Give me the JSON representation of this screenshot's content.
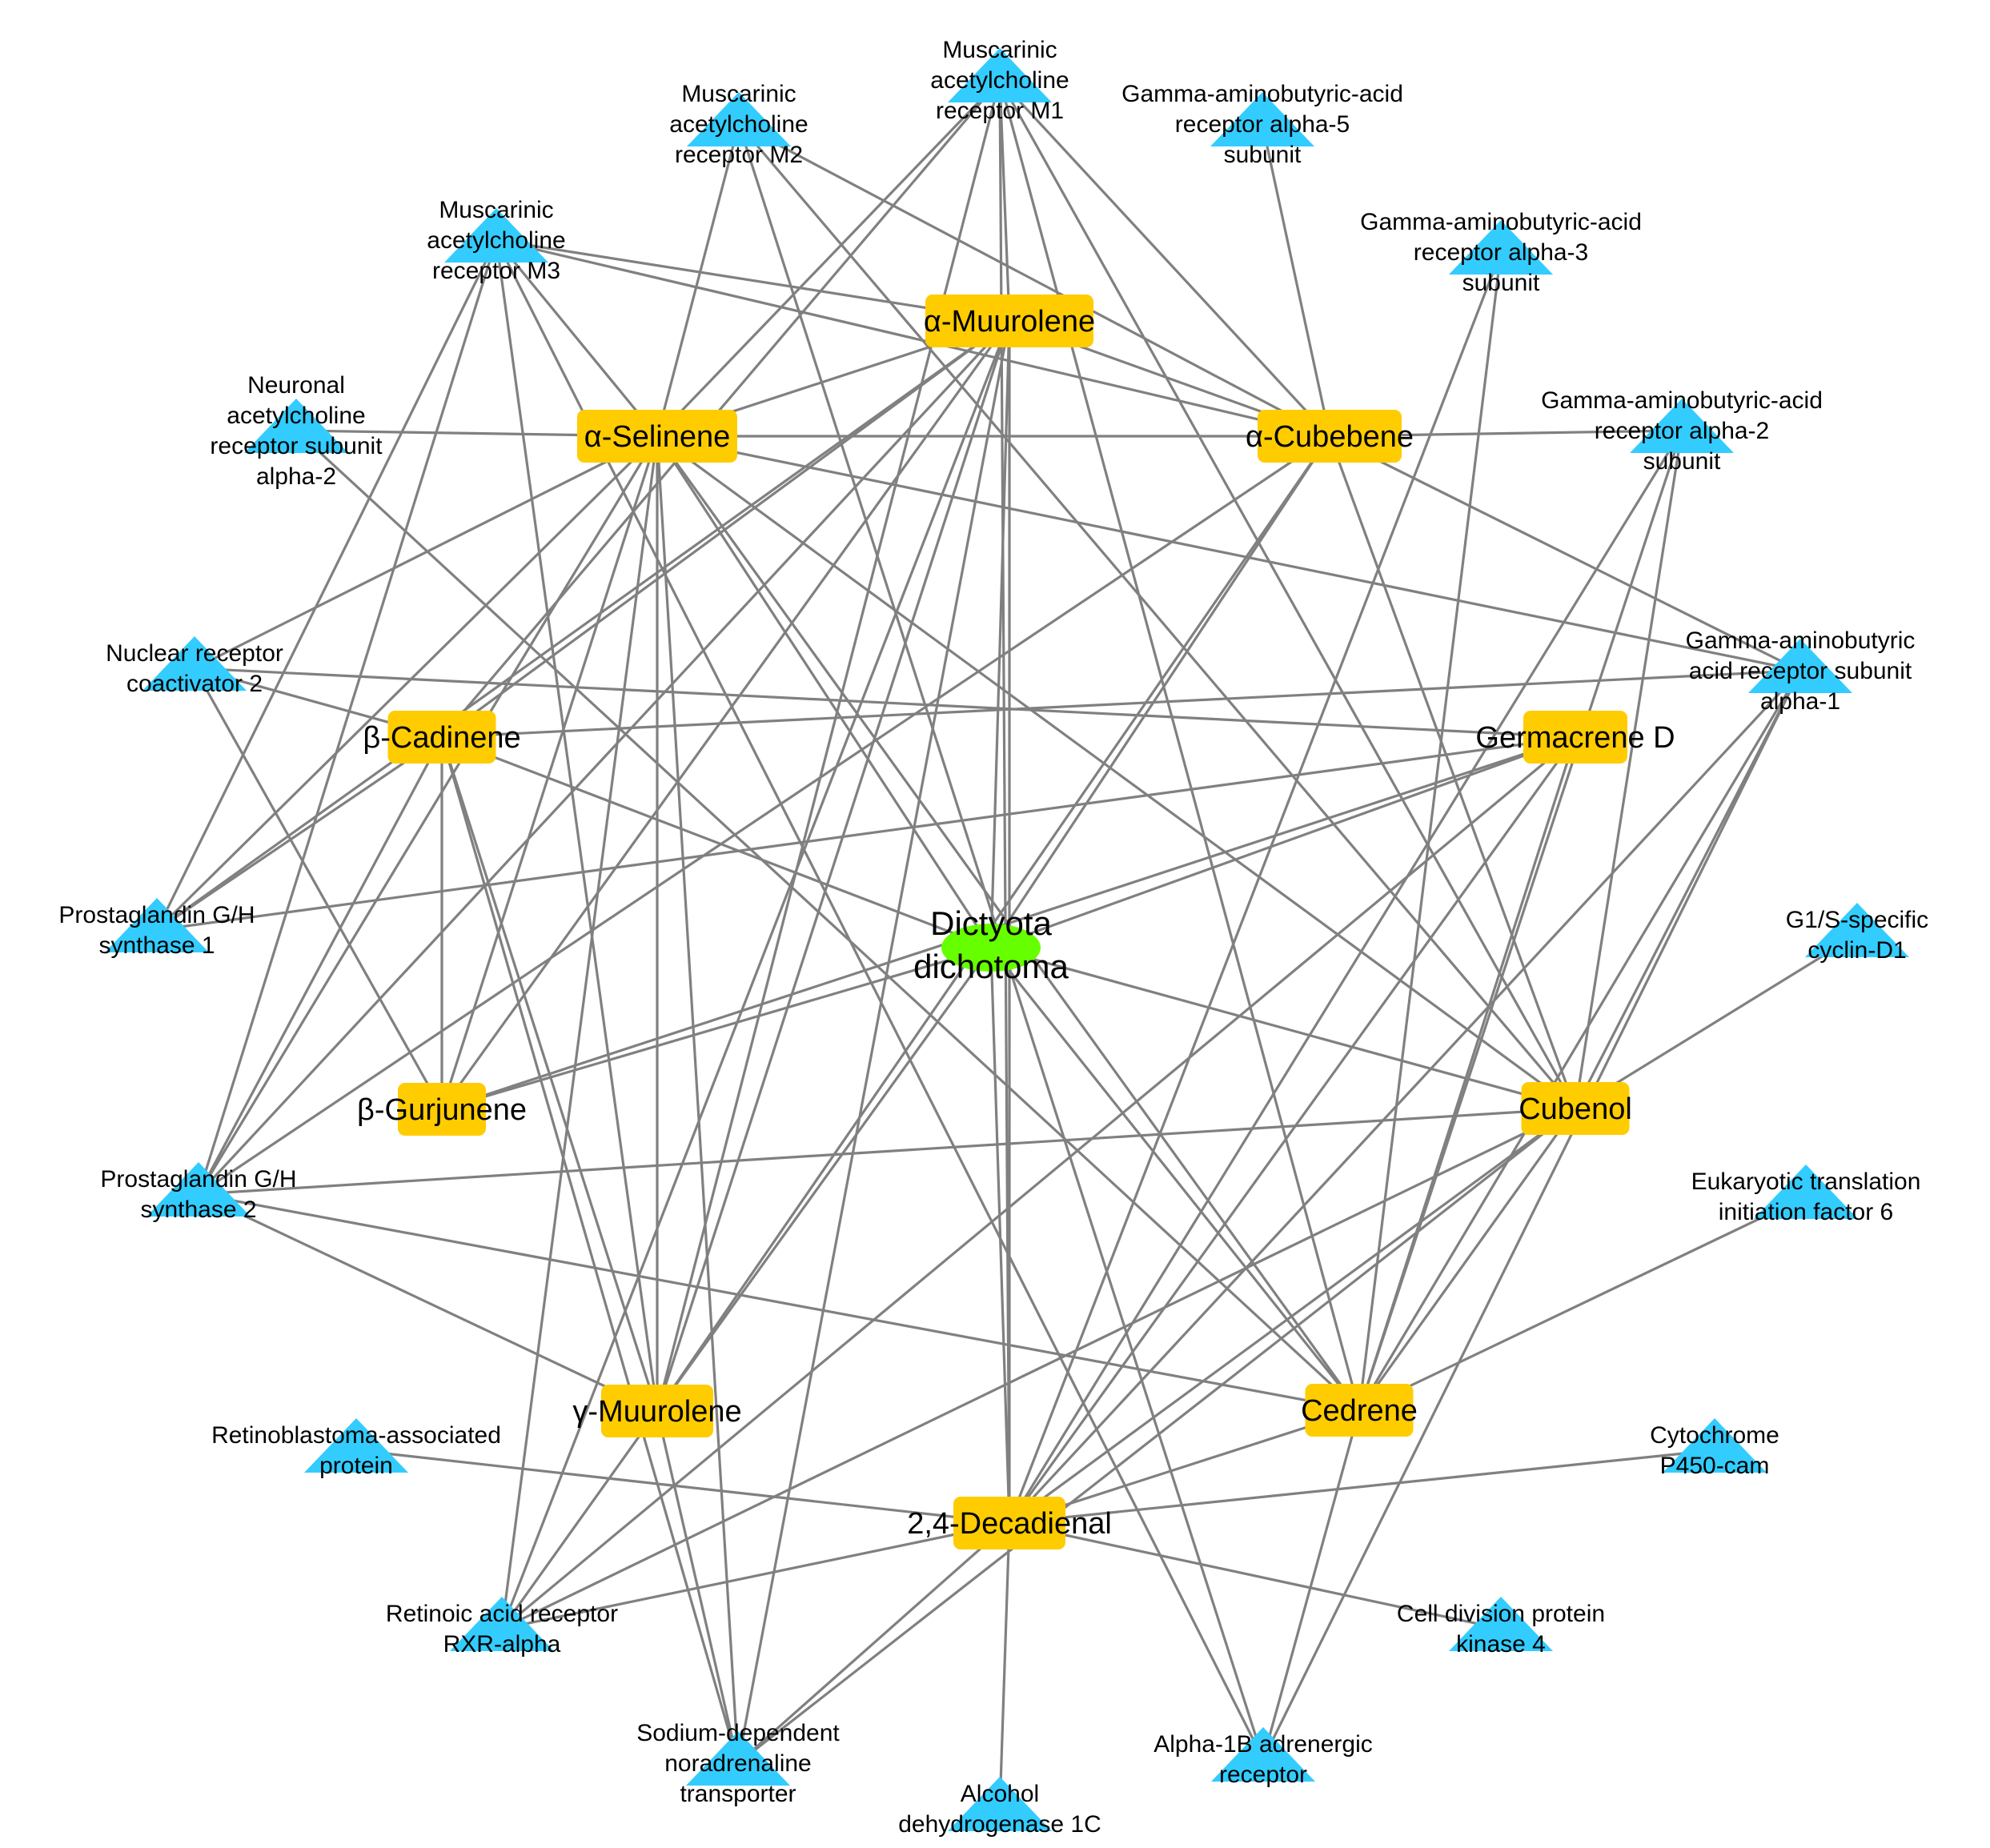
{
  "colors": {
    "edge": "#808080",
    "herb": "#66ff00",
    "compound": "#ffcc00",
    "target": "#33ccff"
  },
  "herb": {
    "id": "dd",
    "lines": [
      "Dictyota",
      "dichotoma"
    ]
  },
  "compounds": [
    {
      "id": "amu",
      "label": "α-Muurolene"
    },
    {
      "id": "sel",
      "label": "α-Selinene"
    },
    {
      "id": "cub",
      "label": "α-Cubebene"
    },
    {
      "id": "bca",
      "label": "β-Cadinene"
    },
    {
      "id": "ger",
      "label": "Germacrene D"
    },
    {
      "id": "bgu",
      "label": "β-Gurjunene"
    },
    {
      "id": "cbl",
      "label": "Cubenol"
    },
    {
      "id": "gmu",
      "label": "γ-Muurolene"
    },
    {
      "id": "ced",
      "label": "Cedrene"
    },
    {
      "id": "dec",
      "label": "2,4-Decadienal"
    }
  ],
  "targets": [
    {
      "id": "m1",
      "lines": [
        "Muscarinic",
        "acetylcholine",
        "receptor M1"
      ]
    },
    {
      "id": "m2",
      "lines": [
        "Muscarinic",
        "acetylcholine",
        "receptor M2"
      ]
    },
    {
      "id": "g5",
      "lines": [
        "Gamma-aminobutyric-acid",
        "receptor alpha-5",
        "subunit"
      ]
    },
    {
      "id": "m3",
      "lines": [
        "Muscarinic",
        "acetylcholine",
        "receptor M3"
      ]
    },
    {
      "id": "g3",
      "lines": [
        "Gamma-aminobutyric-acid",
        "receptor alpha-3",
        "subunit"
      ]
    },
    {
      "id": "na2",
      "lines": [
        "Neuronal",
        "acetylcholine",
        "receptor subunit",
        "alpha-2"
      ]
    },
    {
      "id": "g2",
      "lines": [
        "Gamma-aminobutyric-acid",
        "receptor alpha-2",
        "subunit"
      ]
    },
    {
      "id": "ncoa",
      "lines": [
        "Nuclear receptor",
        "coactivator 2"
      ]
    },
    {
      "id": "g1",
      "lines": [
        "Gamma-aminobutyric",
        "acid receptor subunit",
        "alpha-1"
      ]
    },
    {
      "id": "pg1",
      "lines": [
        "Prostaglandin G/H",
        "synthase 1"
      ]
    },
    {
      "id": "ccnd",
      "lines": [
        "G1/S-specific",
        "cyclin-D1"
      ]
    },
    {
      "id": "pg2",
      "lines": [
        "Prostaglandin G/H",
        "synthase 2"
      ]
    },
    {
      "id": "eif6",
      "lines": [
        "Eukaryotic translation",
        "initiation factor 6"
      ]
    },
    {
      "id": "rb",
      "lines": [
        "Retinoblastoma-associated",
        "protein"
      ]
    },
    {
      "id": "p450",
      "lines": [
        "Cytochrome",
        "P450-cam"
      ]
    },
    {
      "id": "rxr",
      "lines": [
        "Retinoic acid receptor",
        "RXR-alpha"
      ]
    },
    {
      "id": "cdk4",
      "lines": [
        "Cell division protein",
        "kinase 4"
      ]
    },
    {
      "id": "net",
      "lines": [
        "Sodium-dependent",
        "noradrenaline",
        "transporter"
      ]
    },
    {
      "id": "a1b",
      "lines": [
        "Alpha-1B adrenergic",
        "receptor"
      ]
    },
    {
      "id": "adh",
      "lines": [
        "Alcohol",
        "dehydrogenase 1C"
      ]
    }
  ],
  "edges": [
    [
      "dd",
      "amu"
    ],
    [
      "dd",
      "sel"
    ],
    [
      "dd",
      "cub"
    ],
    [
      "dd",
      "bca"
    ],
    [
      "dd",
      "ger"
    ],
    [
      "dd",
      "bgu"
    ],
    [
      "dd",
      "cbl"
    ],
    [
      "dd",
      "gmu"
    ],
    [
      "dd",
      "ced"
    ],
    [
      "dd",
      "dec"
    ],
    [
      "amu",
      "m1"
    ],
    [
      "amu",
      "m3"
    ],
    [
      "amu",
      "sel"
    ],
    [
      "amu",
      "cub"
    ],
    [
      "amu",
      "bca"
    ],
    [
      "amu",
      "pg1"
    ],
    [
      "amu",
      "pg2"
    ],
    [
      "amu",
      "rxr"
    ],
    [
      "amu",
      "net"
    ],
    [
      "amu",
      "dec"
    ],
    [
      "amu",
      "bgu"
    ],
    [
      "amu",
      "gmu"
    ],
    [
      "sel",
      "m1"
    ],
    [
      "sel",
      "m2"
    ],
    [
      "sel",
      "m3"
    ],
    [
      "sel",
      "na2"
    ],
    [
      "sel",
      "cub"
    ],
    [
      "sel",
      "ncoa"
    ],
    [
      "sel",
      "pg1"
    ],
    [
      "sel",
      "pg2"
    ],
    [
      "sel",
      "g1"
    ],
    [
      "sel",
      "ced"
    ],
    [
      "sel",
      "bgu"
    ],
    [
      "sel",
      "gmu"
    ],
    [
      "sel",
      "rxr"
    ],
    [
      "sel",
      "net"
    ],
    [
      "sel",
      "cbl"
    ],
    [
      "cub",
      "m1"
    ],
    [
      "cub",
      "m2"
    ],
    [
      "cub",
      "m3"
    ],
    [
      "cub",
      "g5"
    ],
    [
      "cub",
      "g2"
    ],
    [
      "cub",
      "g1"
    ],
    [
      "cub",
      "cbl"
    ],
    [
      "cub",
      "pg2"
    ],
    [
      "cub",
      "gmu"
    ],
    [
      "bca",
      "m1"
    ],
    [
      "bca",
      "ncoa"
    ],
    [
      "bca",
      "g1"
    ],
    [
      "bca",
      "pg1"
    ],
    [
      "bca",
      "pg2"
    ],
    [
      "bca",
      "bgu"
    ],
    [
      "bca",
      "gmu"
    ],
    [
      "bca",
      "net"
    ],
    [
      "ger",
      "ncoa"
    ],
    [
      "ger",
      "pg1"
    ],
    [
      "ger",
      "bgu"
    ],
    [
      "ger",
      "ced"
    ],
    [
      "ger",
      "dec"
    ],
    [
      "ger",
      "rxr"
    ],
    [
      "bgu",
      "ncoa"
    ],
    [
      "cbl",
      "m1"
    ],
    [
      "cbl",
      "m2"
    ],
    [
      "cbl",
      "g2"
    ],
    [
      "cbl",
      "g1"
    ],
    [
      "cbl",
      "ccnd"
    ],
    [
      "cbl",
      "pg2"
    ],
    [
      "cbl",
      "rxr"
    ],
    [
      "cbl",
      "ced"
    ],
    [
      "cbl",
      "dec"
    ],
    [
      "cbl",
      "net"
    ],
    [
      "gmu",
      "m1"
    ],
    [
      "gmu",
      "m3"
    ],
    [
      "gmu",
      "pg2"
    ],
    [
      "gmu",
      "rxr"
    ],
    [
      "gmu",
      "net"
    ],
    [
      "ced",
      "m1"
    ],
    [
      "ced",
      "na2"
    ],
    [
      "ced",
      "pg2"
    ],
    [
      "ced",
      "g3"
    ],
    [
      "ced",
      "g1"
    ],
    [
      "ced",
      "eif6"
    ],
    [
      "ced",
      "dec"
    ],
    [
      "ced",
      "a1b"
    ],
    [
      "ced",
      "g2"
    ],
    [
      "dec",
      "m1"
    ],
    [
      "dec",
      "rb"
    ],
    [
      "dec",
      "p450"
    ],
    [
      "dec",
      "cdk4"
    ],
    [
      "dec",
      "adh"
    ],
    [
      "dec",
      "rxr"
    ],
    [
      "dec",
      "net"
    ],
    [
      "dec",
      "g3"
    ],
    [
      "dec",
      "g2"
    ],
    [
      "dec",
      "g1"
    ],
    [
      "a1b",
      "m3"
    ],
    [
      "a1b",
      "g1"
    ],
    [
      "a1b",
      "m2"
    ],
    [
      "pg1",
      "m3"
    ],
    [
      "pg2",
      "m3"
    ]
  ]
}
